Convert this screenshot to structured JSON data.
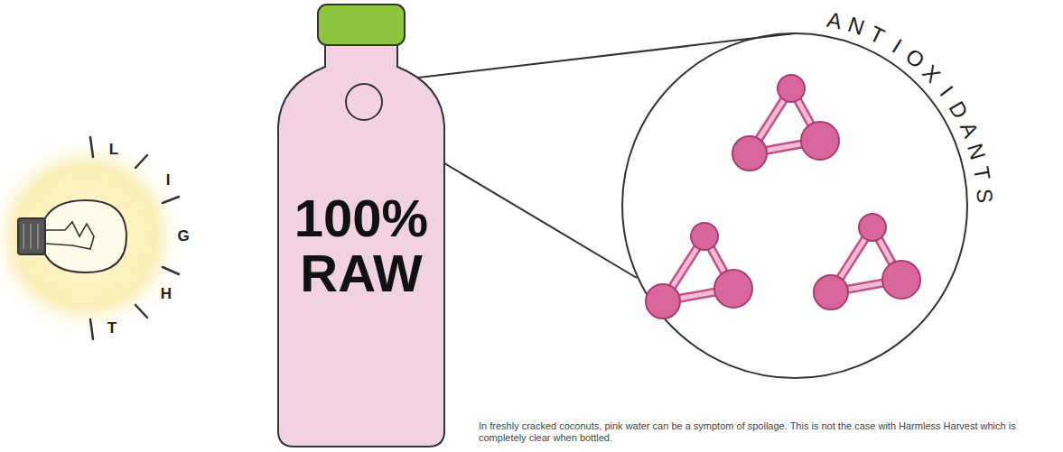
{
  "diagram": {
    "caption": "In freshly cracked coconuts, pink water can be a symptom of spoilage. This is not the case with Harmless Harvest which is completely clear when bottled.",
    "nodes": [
      {
        "text": [
          "100% RAW"
        ]
      },
      {
        "text": [
          "ANTIOXIDANTS"
        ]
      }
    ],
    "edges": [
      {
        "from": 0,
        "to": 1,
        "arrow": "none"
      }
    ],
    "labels": [
      "L",
      "I",
      "G",
      "H",
      "T"
    ]
  }
}
